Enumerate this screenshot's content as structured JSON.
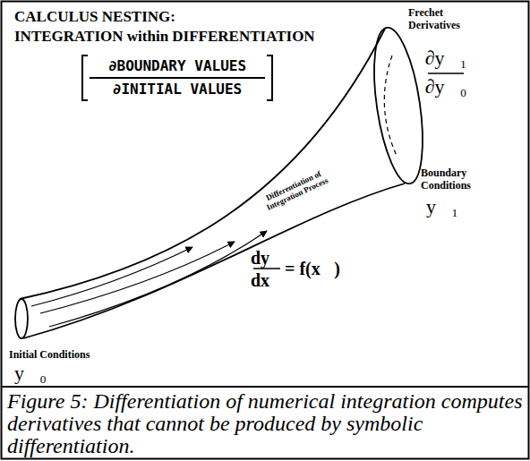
{
  "diagram": {
    "title": "CALCULUS NESTING: INTEGRATION within DIFFERENTIATION",
    "caption": "Figure 5: Differentiation of numerical integration computes derivatives that cannot be produced by symbolic differentiation.",
    "labels": [
      "∂BOUNDARY VALUES",
      "∂INITIAL VALUES",
      "Frechet Derivatives",
      "∂y⃗₁",
      "∂y⃗₀",
      "Differentiation of Integration Process",
      "Boundary Conditions",
      "y⃗₁",
      "dy⃗",
      "dx⃗",
      "= f(x⃗)",
      "Initial Conditions",
      "y⃗₀"
    ]
  }
}
